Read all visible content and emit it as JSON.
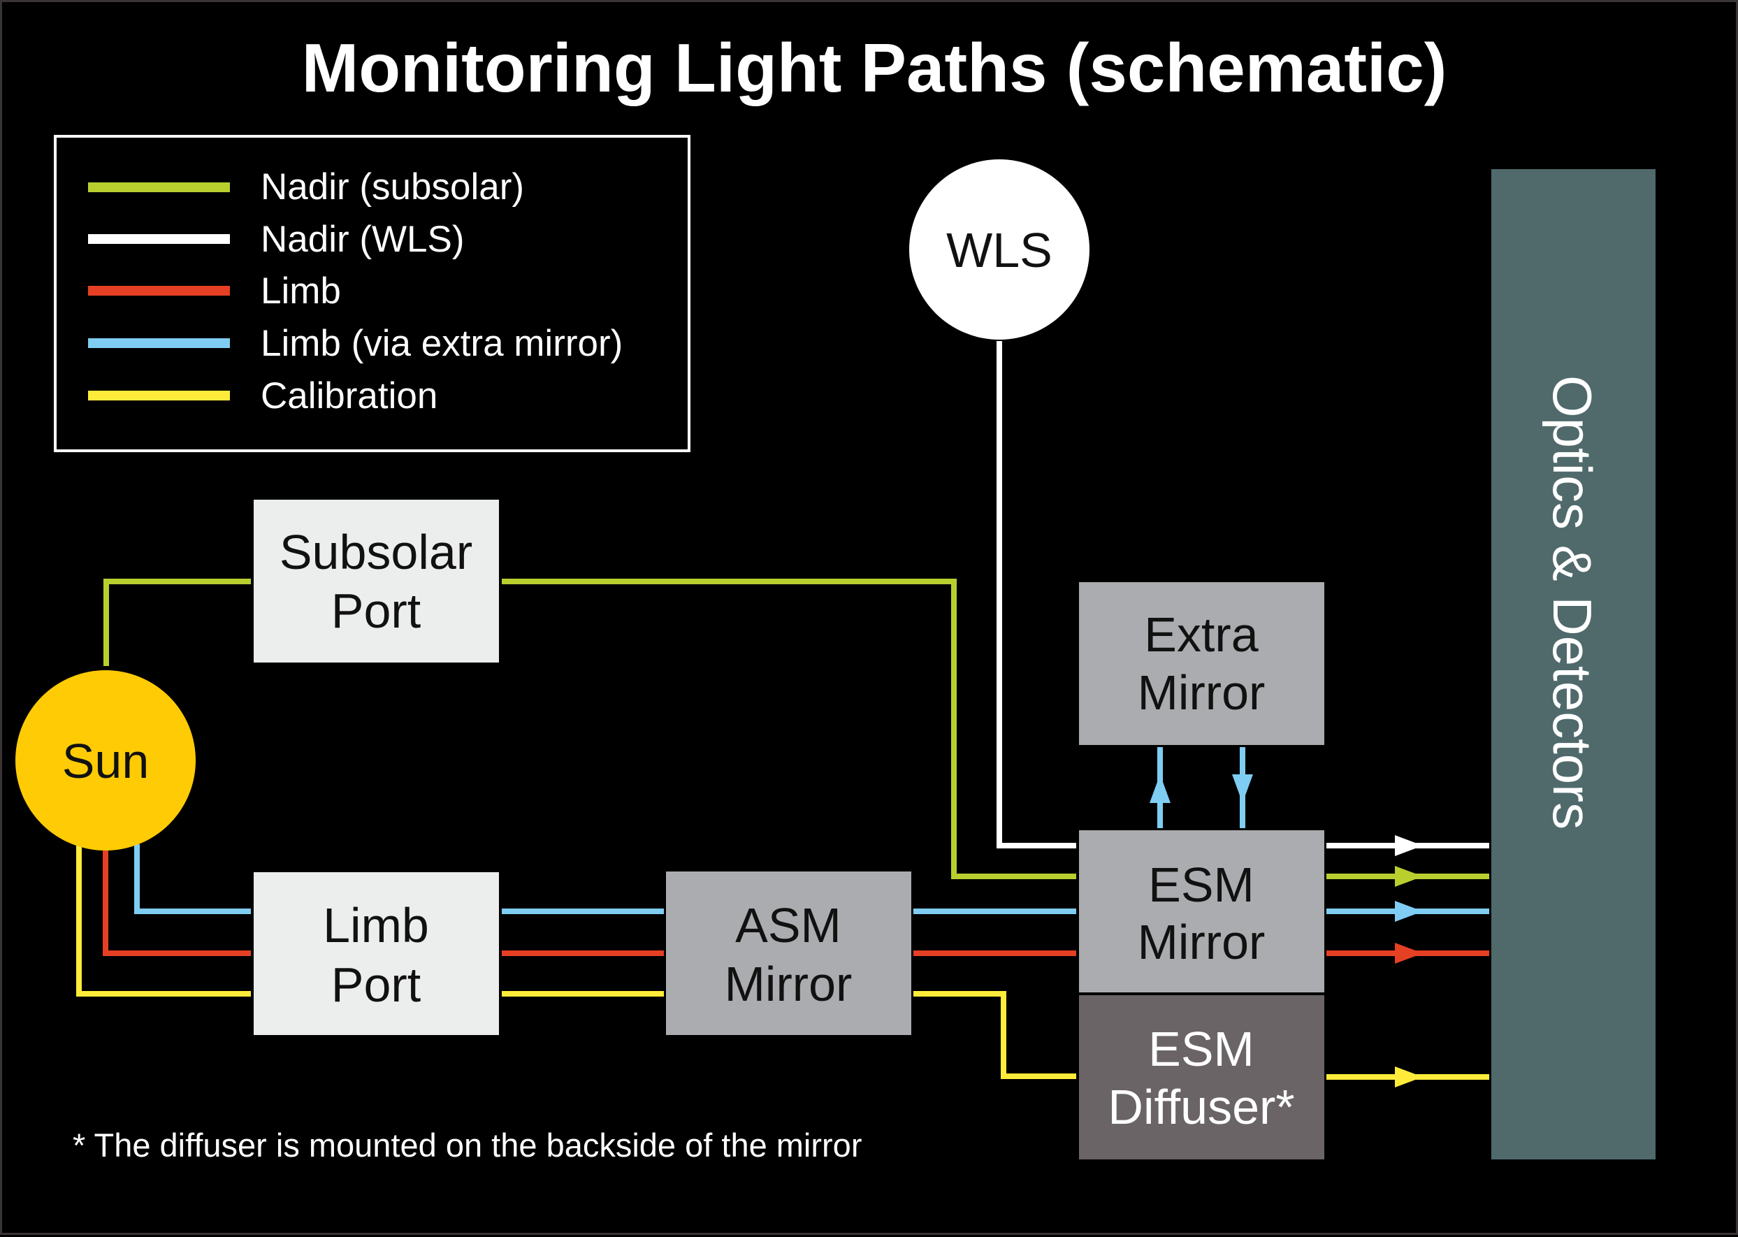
{
  "title": "Monitoring Light Paths (schematic)",
  "colors": {
    "background": "#000000",
    "nadir_subsolar": "#b8cf2e",
    "nadir_wls": "#ffffff",
    "limb": "#e64024",
    "limb_extra_mirror": "#7fcdf2",
    "calibration": "#ffec3a",
    "sun": "#ffcb05",
    "wls": "#ffffff",
    "port_box": "#eceded",
    "mirror_box": "#abacaf",
    "diffuser_box": "#6b6466",
    "optics_box": "#506a6c"
  },
  "legend": {
    "items": [
      {
        "label": "Nadir (subsolar)",
        "color_key": "nadir_subsolar"
      },
      {
        "label": "Nadir (WLS)",
        "color_key": "nadir_wls"
      },
      {
        "label": "Limb",
        "color_key": "limb"
      },
      {
        "label": "Limb (via extra mirror)",
        "color_key": "limb_extra_mirror"
      },
      {
        "label": "Calibration",
        "color_key": "calibration"
      }
    ]
  },
  "nodes": {
    "sun": {
      "label": "Sun"
    },
    "wls": {
      "label": "WLS"
    },
    "subsolar_port": {
      "line1": "Subsolar",
      "line2": "Port"
    },
    "limb_port": {
      "line1": "Limb",
      "line2": "Port"
    },
    "asm_mirror": {
      "line1": "ASM",
      "line2": "Mirror"
    },
    "extra_mirror": {
      "line1": "Extra",
      "line2": "Mirror"
    },
    "esm_mirror": {
      "line1": "ESM",
      "line2": "Mirror"
    },
    "esm_diffuser": {
      "line1": "ESM",
      "line2": "Diffuser*"
    },
    "optics_detectors": {
      "label": "Optics & Detectors"
    }
  },
  "paths": [
    {
      "name": "nadir-subsolar",
      "color_key": "nadir_subsolar",
      "route": [
        "Sun",
        "Subsolar Port",
        "ESM Mirror",
        "Optics & Detectors"
      ]
    },
    {
      "name": "nadir-wls",
      "color_key": "nadir_wls",
      "route": [
        "WLS",
        "ESM Mirror",
        "Optics & Detectors"
      ]
    },
    {
      "name": "limb",
      "color_key": "limb",
      "route": [
        "Sun",
        "Limb Port",
        "ASM Mirror",
        "ESM Mirror",
        "Optics & Detectors"
      ]
    },
    {
      "name": "limb-extra-mirror",
      "color_key": "limb_extra_mirror",
      "route": [
        "Sun",
        "Limb Port",
        "ASM Mirror",
        "ESM Mirror",
        "Extra Mirror",
        "ESM Mirror",
        "Optics & Detectors"
      ]
    },
    {
      "name": "calibration",
      "color_key": "calibration",
      "route": [
        "Sun",
        "Limb Port",
        "ASM Mirror",
        "ESM Diffuser",
        "Optics & Detectors"
      ]
    }
  ],
  "footnote": "* The diffuser is mounted on the backside of the mirror"
}
